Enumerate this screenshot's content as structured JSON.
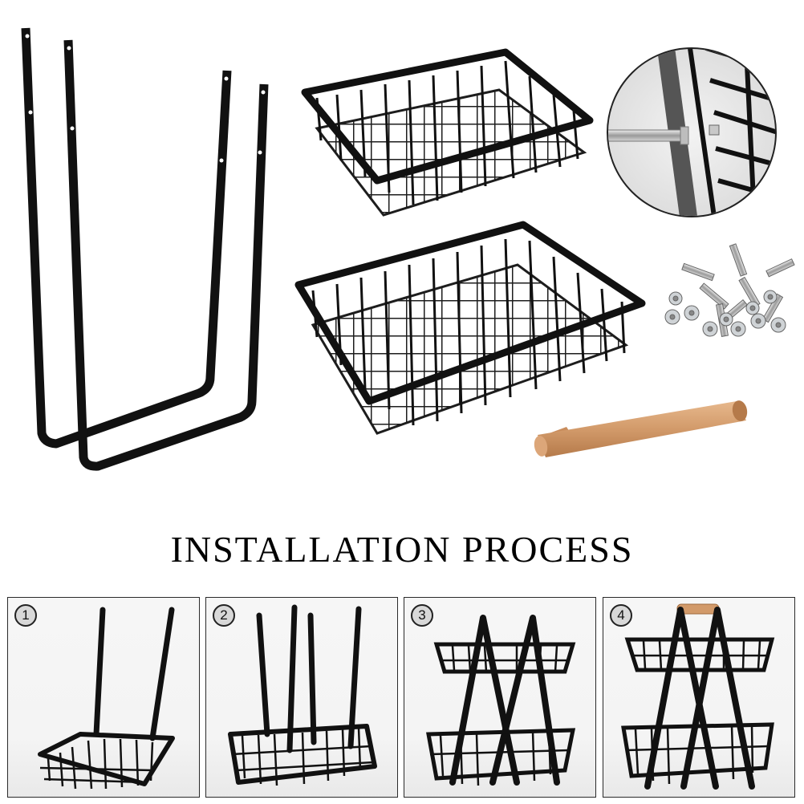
{
  "title": "INSTALLATION PROCESS",
  "parts": {
    "frame": "u-frame",
    "baskets": [
      "small-wire-basket",
      "large-wire-basket"
    ],
    "detail": "screw-detail-zoom",
    "hardware": "screws-and-nuts",
    "handle": "wooden-handle"
  },
  "steps": [
    {
      "number": "1"
    },
    {
      "number": "2"
    },
    {
      "number": "3"
    },
    {
      "number": "4"
    }
  ],
  "colors": {
    "metal": "#111111",
    "wood": "#d29a6a",
    "background": "#ffffff"
  }
}
